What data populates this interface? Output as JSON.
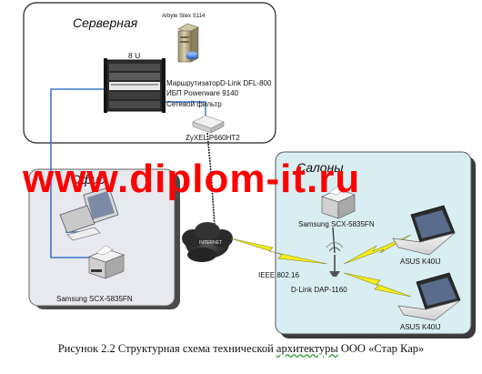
{
  "zones": {
    "server": {
      "title": "Серверная"
    },
    "office": {
      "title": "Офис"
    },
    "salons": {
      "title": "Салоны"
    }
  },
  "devices": {
    "server_pc": "Arbyte Silex S114",
    "rack_units": "8 U",
    "router": "МаршрутизаторD-Link DFL-800",
    "ups": "ИБП Powerware 9140",
    "filter": "Сетевой фильтр",
    "modem": "ZyXEL P660HT2",
    "cloud": "INTERNET",
    "printer_office": "Samsung SCX-5835FN",
    "printer_salon": "Samsung SCX-5835FN",
    "wifi_standard": "IEEE 802.16",
    "access_point": "D-Link DAP-1160",
    "laptop_1": "ASUS K40IJ",
    "laptop_2": "ASUS K40IJ"
  },
  "watermark": "www.diplom-it.ru",
  "caption": {
    "prefix": "Рисунок 2.2 Структурная схема технической ",
    "underlined": "архитектуры",
    "suffix": " ООО «Стар Кар»"
  },
  "colors": {
    "link_blue": "#3a78c8",
    "wireless_yellow": "#f4ec1a",
    "salons_fill": "#d9eef3",
    "office_fill": "#e6e6ee",
    "watermark_red": "#ff0000",
    "cable_black": "#222222"
  },
  "icons": [
    "server-tower-icon",
    "rack-icon",
    "modem-icon",
    "cloud-icon",
    "desktop-pc-icon",
    "printer-icon",
    "access-point-icon",
    "laptop-icon",
    "lightning-icon"
  ]
}
